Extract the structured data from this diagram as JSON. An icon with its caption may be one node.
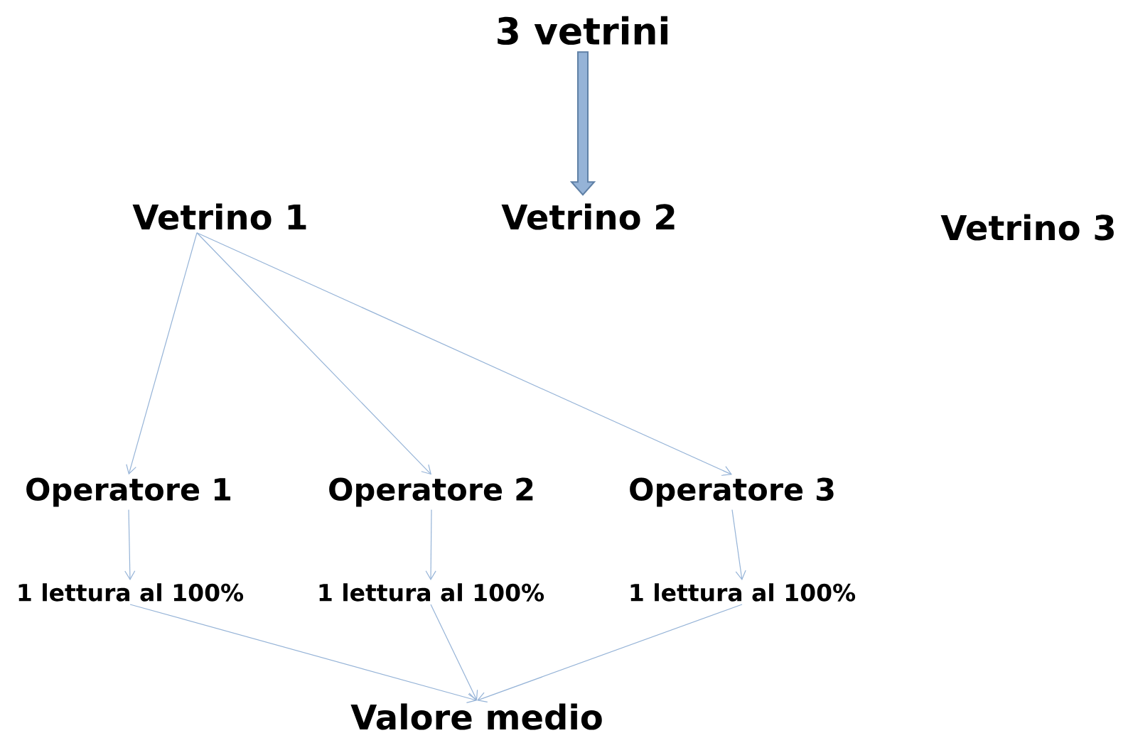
{
  "diagram": {
    "title": "3 vetrini",
    "nodes": [
      {
        "text": [
          "Vetrino 1"
        ]
      },
      {
        "text": [
          "Vetrino 2"
        ]
      },
      {
        "text": [
          "Vetrino 3"
        ]
      },
      {
        "text": [
          "Operatore 1"
        ]
      },
      {
        "text": [
          "Operatore 2"
        ]
      },
      {
        "text": [
          "Operatore 3"
        ]
      },
      {
        "text": [
          "1 lettura al 100%"
        ]
      },
      {
        "text": [
          "1 lettura al 100%"
        ]
      },
      {
        "text": [
          "1 lettura al 100%"
        ]
      },
      {
        "text": [
          "Valore medio"
        ]
      }
    ],
    "edges": [
      {
        "from": null,
        "to": 1,
        "arrow": "to",
        "style": "thick"
      },
      {
        "from": 0,
        "to": 3,
        "arrow": "to"
      },
      {
        "from": 0,
        "to": 4,
        "arrow": "to"
      },
      {
        "from": 0,
        "to": 5,
        "arrow": "to"
      },
      {
        "from": 3,
        "to": 6,
        "arrow": "to"
      },
      {
        "from": 4,
        "to": 7,
        "arrow": "to"
      },
      {
        "from": 5,
        "to": 8,
        "arrow": "to"
      },
      {
        "from": 6,
        "to": 9,
        "arrow": "to"
      },
      {
        "from": 7,
        "to": 9,
        "arrow": "to"
      },
      {
        "from": 8,
        "to": 9,
        "arrow": "to"
      }
    ]
  }
}
